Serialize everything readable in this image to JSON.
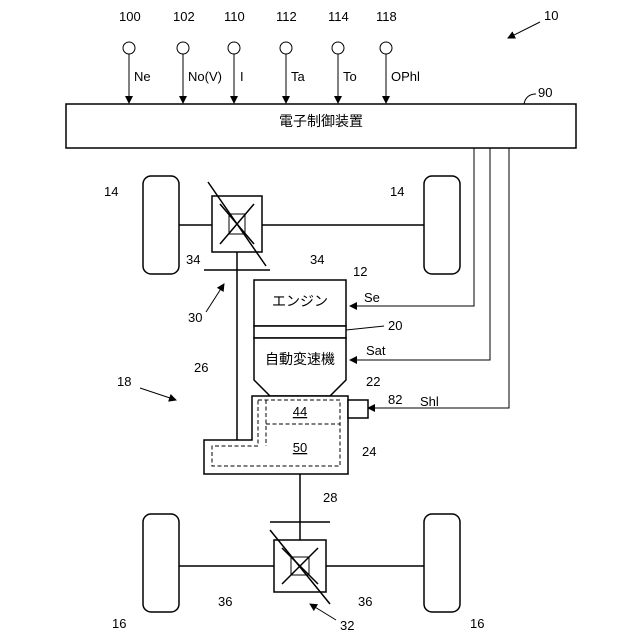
{
  "figure_number": "10",
  "controller": {
    "ref": "90",
    "label": "電子制御装置"
  },
  "sensors": [
    {
      "ref": "100",
      "signal": "Ne"
    },
    {
      "ref": "102",
      "signal": "No(V)"
    },
    {
      "ref": "110",
      "signal": "I"
    },
    {
      "ref": "112",
      "signal": "Ta"
    },
    {
      "ref": "114",
      "signal": "To"
    },
    {
      "ref": "118",
      "signal": "OPhl"
    }
  ],
  "engine": {
    "label": "エンジン",
    "ref": "12",
    "signal": "Se"
  },
  "coupling_ref": "20",
  "transmission": {
    "label": "自動変速機",
    "ref": "22",
    "signal": "Sat"
  },
  "transfer": {
    "ref": "24",
    "inner_top": "44",
    "inner_bottom": "50"
  },
  "actuator": {
    "ref": "82",
    "signal": "Shl"
  },
  "vehicle_ref": "18",
  "front_wheels_ref": "14",
  "rear_wheels_ref": "16",
  "front_axle_ref": "34",
  "rear_axle_ref": "36",
  "front_diff_ref": "30",
  "rear_diff_ref": "32",
  "front_shaft_ref": "26",
  "rear_shaft_ref": "28"
}
